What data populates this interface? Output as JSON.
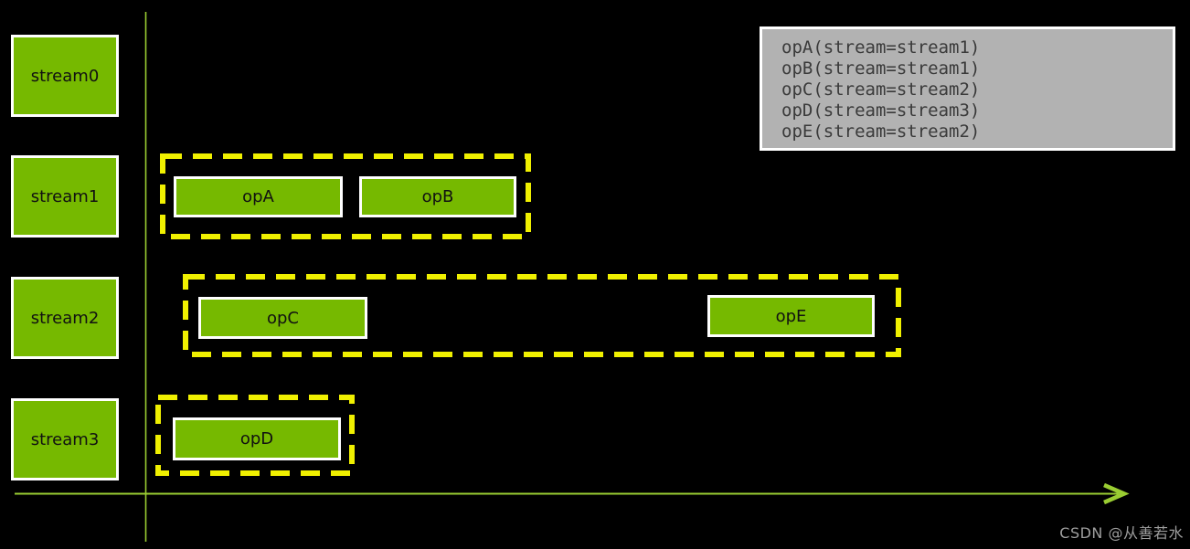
{
  "streams": [
    {
      "label": "stream0"
    },
    {
      "label": "stream1"
    },
    {
      "label": "stream2"
    },
    {
      "label": "stream3"
    }
  ],
  "operations": [
    {
      "label": "opA",
      "stream": "stream1"
    },
    {
      "label": "opB",
      "stream": "stream1"
    },
    {
      "label": "opC",
      "stream": "stream2"
    },
    {
      "label": "opD",
      "stream": "stream3"
    },
    {
      "label": "opE",
      "stream": "stream2"
    }
  ],
  "code_box": {
    "lines": [
      "opA(stream=stream1)",
      "opB(stream=stream1)",
      "opC(stream=stream2)",
      "opD(stream=stream3)",
      "opE(stream=stream2)"
    ]
  },
  "watermark": "CSDN @从善若水",
  "colors": {
    "background": "#000000",
    "box_green": "#76B900",
    "box_border_white": "#FFFFFF",
    "dash_yellow": "#F0F000",
    "axis_green": "#9ACD32",
    "code_panel_gray": "#B2B2B2",
    "code_text_gray": "#3A3A3A",
    "watermark_gray": "#9E9E9E"
  }
}
